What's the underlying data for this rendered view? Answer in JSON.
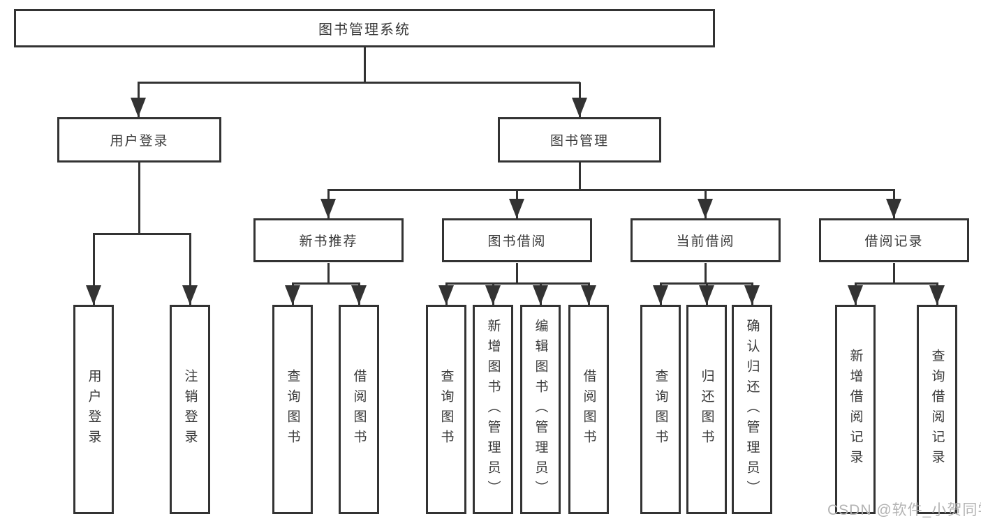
{
  "tree": {
    "label": "图书管理系统",
    "children": [
      {
        "label": "用户登录",
        "children": [
          {
            "label": "用户登录"
          },
          {
            "label": "注销登录"
          }
        ]
      },
      {
        "label": "图书管理",
        "children": [
          {
            "label": "新书推荐",
            "children": [
              {
                "label": "查询图书"
              },
              {
                "label": "借阅图书"
              }
            ]
          },
          {
            "label": "图书借阅",
            "children": [
              {
                "label": "查询图书"
              },
              {
                "label": "新增图书（管理员）"
              },
              {
                "label": "编辑图书（管理员）"
              },
              {
                "label": "借阅图书"
              }
            ]
          },
          {
            "label": "当前借阅",
            "children": [
              {
                "label": "查询图书"
              },
              {
                "label": "归还图书"
              },
              {
                "label": "确认归还（管理员）"
              }
            ]
          },
          {
            "label": "借阅记录",
            "children": [
              {
                "label": "新增借阅记录"
              },
              {
                "label": "查询借阅记录"
              }
            ]
          }
        ]
      }
    ]
  },
  "watermark": {
    "text": "CSDN @软件_小贺同学"
  },
  "colors": {
    "border": "#333333",
    "line": "#333333",
    "text": "#3a3a3a",
    "watermark": "#b3b3b3",
    "background": "#ffffff"
  }
}
